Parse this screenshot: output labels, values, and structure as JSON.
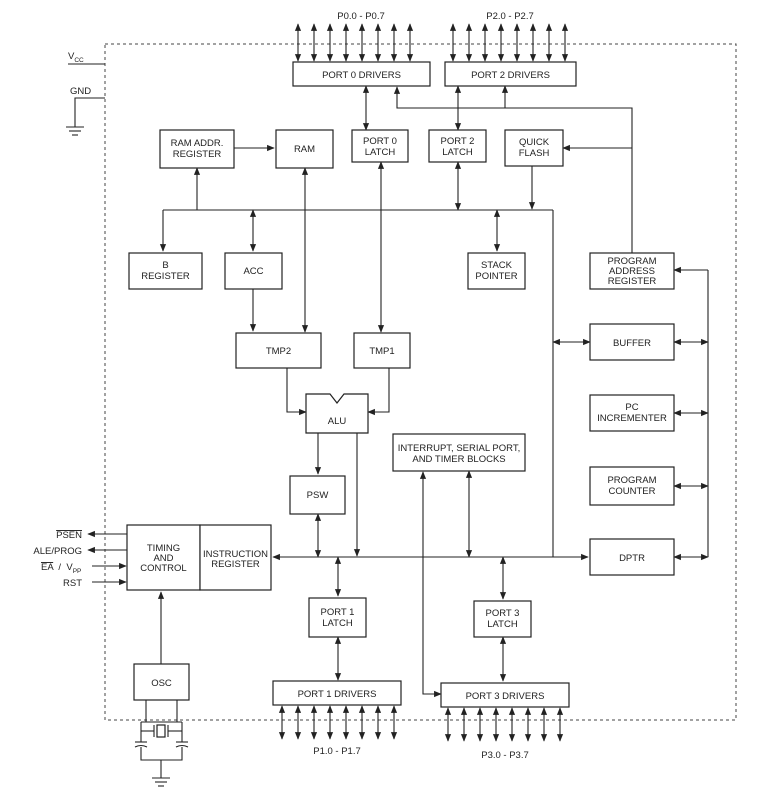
{
  "blocks": {
    "port0_drivers": [
      "PORT  0  DRIVERS"
    ],
    "port2_drivers": [
      "PORT  2  DRIVERS"
    ],
    "ram_addr": [
      "RAM  ADDR.",
      "REGISTER"
    ],
    "ram": [
      "RAM"
    ],
    "port0_latch": [
      "PORT  0",
      "LATCH"
    ],
    "port2_latch": [
      "PORT  2",
      "LATCH"
    ],
    "quick_flash": [
      "QUICK",
      "FLASH"
    ],
    "b_register": [
      "B",
      "REGISTER"
    ],
    "acc": [
      "ACC"
    ],
    "stack_pointer": [
      "STACK",
      "POINTER"
    ],
    "prog_addr_reg": [
      "PROGRAM",
      "ADDRESS",
      "REGISTER"
    ],
    "buffer": [
      "BUFFER"
    ],
    "tmp2": [
      "TMP2"
    ],
    "tmp1": [
      "TMP1"
    ],
    "alu": [
      "ALU"
    ],
    "pc_incrementer": [
      "PC",
      "INCREMENTER"
    ],
    "interrupt_blocks": [
      "INTERRUPT,  SERIAL  PORT,",
      "AND  TIMER  BLOCKS"
    ],
    "psw": [
      "PSW"
    ],
    "program_counter": [
      "PROGRAM",
      "COUNTER"
    ],
    "timing_control": [
      "TIMING",
      "AND",
      "CONTROL"
    ],
    "instruction_register": [
      "INSTRUCTION",
      "REGISTER"
    ],
    "dptr": [
      "DPTR"
    ],
    "port1_latch": [
      "PORT  1",
      "LATCH"
    ],
    "port3_latch": [
      "PORT  3",
      "LATCH"
    ],
    "osc": [
      "OSC"
    ],
    "port1_drivers": [
      "PORT  1  DRIVERS"
    ],
    "port3_drivers": [
      "PORT  3  DRIVERS"
    ]
  },
  "pins": {
    "p0": "P0.0  -  P0.7",
    "p2": "P2.0  -  P2.7",
    "p1": "P1.0  -  P1.7",
    "p3": "P3.0  -  P3.7",
    "vcc_main": "V",
    "vcc_sub": "CC",
    "gnd": "GND",
    "psen": "PSEN",
    "ale": "ALE/PROG",
    "ea_prefix": "EA",
    "ea_mid": "  /  V",
    "ea_sub": "PP",
    "rst": "RST"
  }
}
